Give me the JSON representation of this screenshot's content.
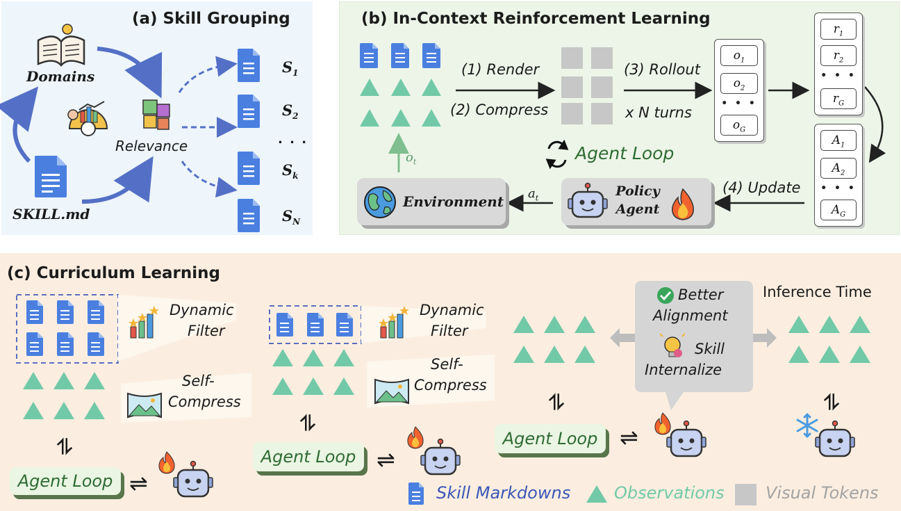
{
  "panel_a": {
    "title": "(a) Skill Grouping",
    "domains": "Domains",
    "relevance": "Relevance",
    "skill_md": "SKILL.md",
    "s_dots": ". . .",
    "groups": [
      "S",
      "S",
      "S",
      "S"
    ],
    "group_subs": [
      "1",
      "2",
      "k",
      "N"
    ]
  },
  "panel_b": {
    "title": "(b) In-Context Reinforcement Learning",
    "render": "(1) Render",
    "compress": "(2) Compress",
    "rollout": "(3) Rollout",
    "turns": "x N turns",
    "update": "(4) Update",
    "agent_loop": "Agent Loop",
    "environment": "Environment",
    "policy_agent_1": "Policy",
    "policy_agent_2": "Agent",
    "o_label": "o",
    "o_sub": "t",
    "a_label": "a",
    "a_sub": "t",
    "outputs": [
      {
        "v": "o",
        "s": "1"
      },
      {
        "v": "o",
        "s": "2"
      },
      {
        "v": "o",
        "s": "G"
      }
    ],
    "rewards": [
      {
        "v": "r",
        "s": "1"
      },
      {
        "v": "r",
        "s": "2"
      },
      {
        "v": "r",
        "s": "G"
      }
    ],
    "advantages": [
      {
        "v": "A",
        "s": "1"
      },
      {
        "v": "A",
        "s": "2"
      },
      {
        "v": "A",
        "s": "G"
      }
    ],
    "dots": "• • •"
  },
  "panel_c": {
    "title": "(c) Curriculum Learning",
    "dynamic": "Dynamic",
    "filter": "Filter",
    "self": "Self-",
    "compress": "Compress",
    "agent_loop": "Agent Loop",
    "better": "Better",
    "alignment": "Alignment",
    "skill": "Skill",
    "internalize": "Internalize",
    "inference_time": "Inference Time",
    "swap": "⇌",
    "updown": "⥮"
  },
  "legend": {
    "skill_markdowns": "Skill Markdowns",
    "observations": "Observations",
    "visual_tokens": "Visual Tokens"
  },
  "colors": {
    "doc_blue": "#4a7fe0",
    "triangle": "#72c9a8",
    "loop_green": "#2e6b33",
    "arrow_blue": "#5470c6",
    "gray_token": "#c7c7c7"
  }
}
